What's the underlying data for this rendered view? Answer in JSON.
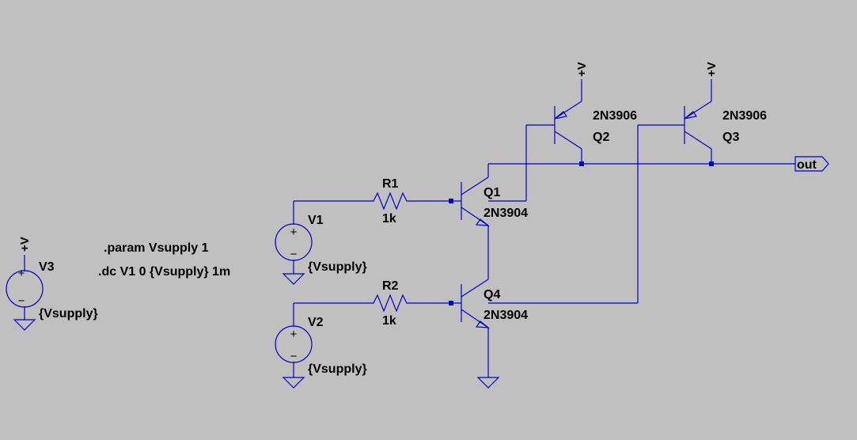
{
  "supply": {
    "v3": {
      "name": "V3",
      "value": "{Vsupply}",
      "plus_label": "+V"
    },
    "v1": {
      "name": "V1",
      "value": "{Vsupply}"
    },
    "v2": {
      "name": "V2",
      "value": "{Vsupply}"
    }
  },
  "directives": {
    "param": ".param Vsupply 1",
    "dc": ".dc V1 0 {Vsupply} 1m"
  },
  "resistors": {
    "r1": {
      "name": "R1",
      "value": "1k"
    },
    "r2": {
      "name": "R2",
      "value": "1k"
    }
  },
  "transistors": {
    "q1": {
      "name": "Q1",
      "model": "2N3904"
    },
    "q4": {
      "name": "Q4",
      "model": "2N3904"
    },
    "q2": {
      "name": "Q2",
      "model": "2N3906",
      "plus_label": "+V"
    },
    "q3": {
      "name": "Q3",
      "model": "2N3906",
      "plus_label": "+V"
    }
  },
  "output": {
    "label": "out"
  },
  "colors": {
    "wire": "#0000c8",
    "background": "#c0c0c0",
    "text": "#000000"
  }
}
